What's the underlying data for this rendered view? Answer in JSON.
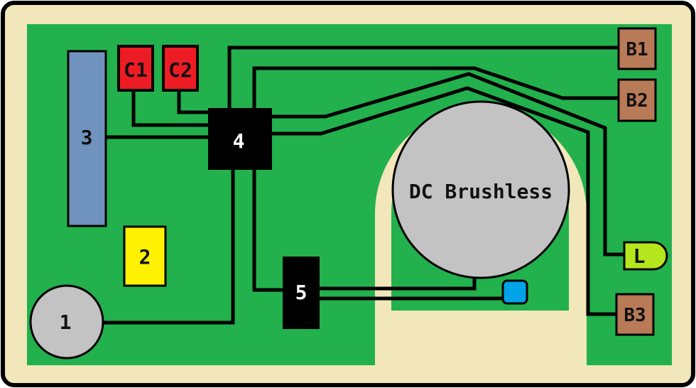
{
  "colors": {
    "frame": "#f2e6bb",
    "board": "#22b14c",
    "wire": "#000000",
    "capacitor": "#ed1c24",
    "button": "#b97a57",
    "component_3": "#7092be",
    "component_2": "#fff200",
    "component_1": "#c3c3c3",
    "motor": "#c3c3c3",
    "sensor": "#00a2e8",
    "led": "#b5e61d",
    "ic": "#000000"
  },
  "components": {
    "c1": "C1",
    "c2": "C2",
    "b1": "B1",
    "b2": "B2",
    "b3": "B3",
    "led": "L",
    "comp_1": "1",
    "comp_2": "2",
    "comp_3": "3",
    "ic_4": "4",
    "ic_5": "5",
    "motor": "DC Brushless"
  }
}
